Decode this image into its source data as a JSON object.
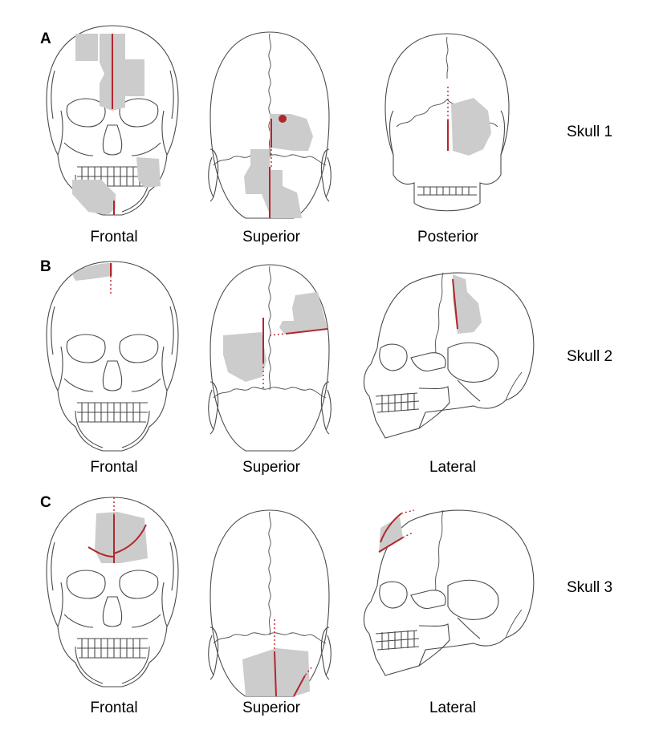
{
  "panels": [
    {
      "letter": "A",
      "skull": "Skull 1",
      "views": [
        "Frontal",
        "Superior",
        "Posterior"
      ]
    },
    {
      "letter": "B",
      "skull": "Skull 2",
      "views": [
        "Frontal",
        "Superior",
        "Lateral"
      ]
    },
    {
      "letter": "C",
      "skull": "Skull 3",
      "views": [
        "Frontal",
        "Superior",
        "Lateral"
      ]
    }
  ],
  "colors": {
    "trauma_line": "#b3262c",
    "affected_area": "#cccccc",
    "outline": "#4a4a4a"
  }
}
